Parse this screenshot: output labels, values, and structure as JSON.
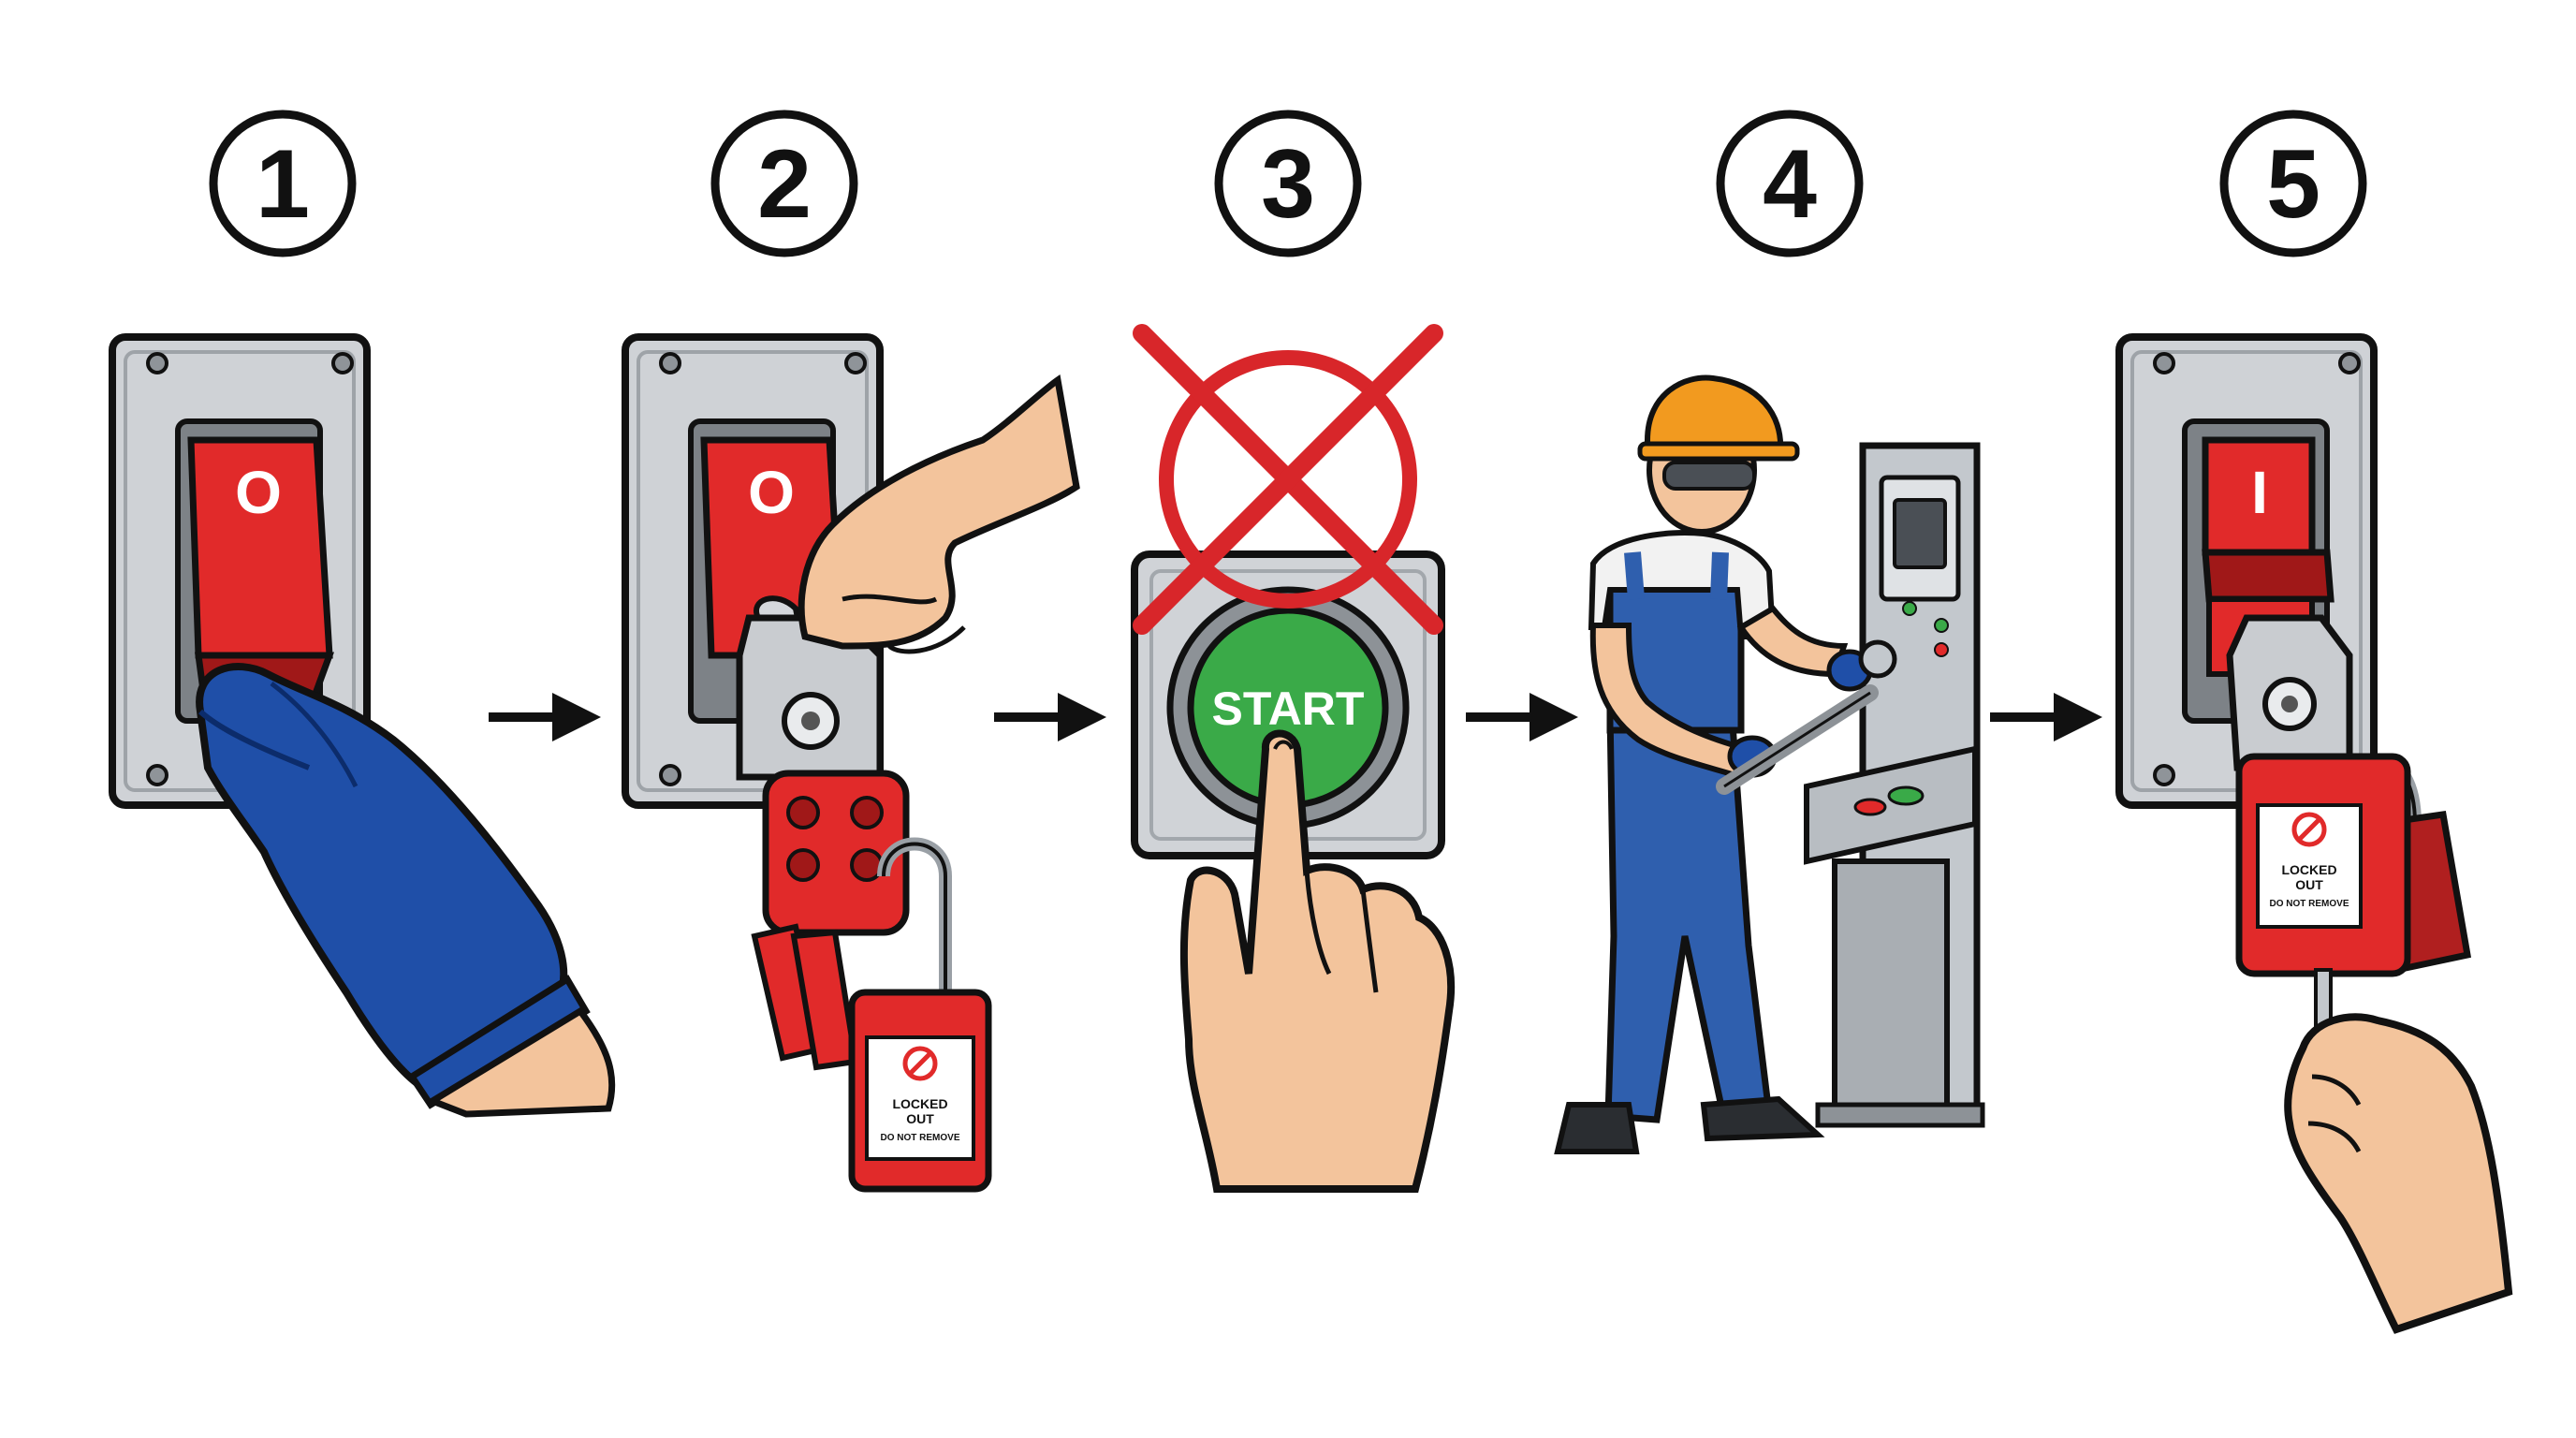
{
  "steps": [
    {
      "number": "1",
      "switch_label": "O"
    },
    {
      "number": "2",
      "switch_label": "O"
    },
    {
      "number": "3",
      "button_label": "START"
    },
    {
      "number": "4"
    },
    {
      "number": "5",
      "switch_label": "I",
      "switch_sublabel": "I"
    }
  ],
  "tag": {
    "line1": "LOCKED",
    "line2": "OUT",
    "line3": "DO NOT REMOVE"
  },
  "colors": {
    "lockout_red": "#e12a2a",
    "dark_red": "#a01818",
    "start_green": "#3aaa48",
    "glove_blue": "#1f4fa8",
    "overall_blue": "#2f5fae",
    "hard_hat_orange": "#f29a1f",
    "plate_gray": "#cfd2d6",
    "outline": "#111111",
    "skin": "#f3c49c"
  },
  "icons": [
    "step-number-icon",
    "arrow-right-icon",
    "prohibited-icon",
    "no-entry-icon",
    "padlock-icon",
    "key-icon",
    "wrench-icon",
    "glove-icon",
    "hand-icon",
    "hard-hat-icon"
  ]
}
